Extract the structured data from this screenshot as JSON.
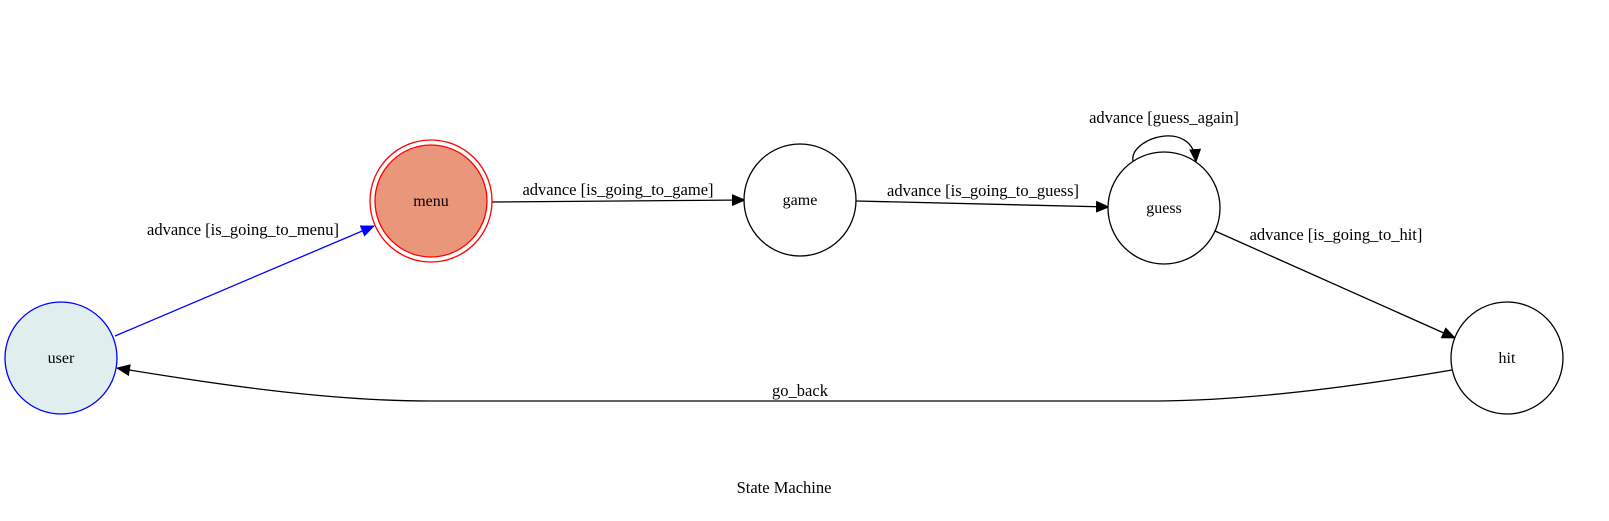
{
  "diagram": {
    "title": "State Machine",
    "nodes": {
      "user": {
        "label": "user",
        "fill": "#e0eeee",
        "stroke": "#0000ff"
      },
      "menu": {
        "label": "menu",
        "fill": "#ea967a",
        "stroke": "#ff0000"
      },
      "game": {
        "label": "game",
        "fill": "#ffffff",
        "stroke": "#000000"
      },
      "guess": {
        "label": "guess",
        "fill": "#ffffff",
        "stroke": "#000000"
      },
      "hit": {
        "label": "hit",
        "fill": "#ffffff",
        "stroke": "#000000"
      }
    },
    "edges": {
      "user_to_menu": {
        "label": "advance [is_going_to_menu]",
        "color": "#0000ff"
      },
      "menu_to_game": {
        "label": "advance [is_going_to_game]",
        "color": "#000000"
      },
      "game_to_guess": {
        "label": "advance [is_going_to_guess]",
        "color": "#000000"
      },
      "guess_self": {
        "label": "advance [guess_again]",
        "color": "#000000"
      },
      "guess_to_hit": {
        "label": "advance [is_going_to_hit]",
        "color": "#000000"
      },
      "hit_to_user": {
        "label": "go_back",
        "color": "#000000"
      }
    }
  }
}
